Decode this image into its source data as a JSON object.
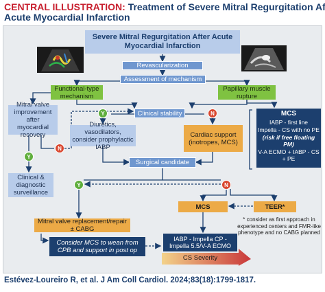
{
  "header": {
    "label": "CENTRAL ILLUSTRATION:",
    "title_line1": "Treatment of Severe Mitral Regurgitation After",
    "title_line2": "Acute Myocardial Infarction"
  },
  "diagram": {
    "main_title": "Severe Mitral Regurgitation After Acute Myocardial Infarction",
    "revascularization": "Revascularization",
    "assessment": "Assessment of mechanism",
    "functional": "Functional-type mechanism",
    "papillary": "Papillary muscle rupture",
    "mitral_improvement": "Mitral valve improvement after myocardial recovery",
    "clinical_stability": "Clinical stability",
    "diuretics": "Diuretics, vasodilators, consider prophylactic IABP",
    "cardiac_support": "Cardiac support (inotropes, MCS)",
    "surgical_candidate": "Surgical candidate",
    "surveillance": "Clinical & diagnostic surveillance",
    "mcs": "MCS",
    "teer": "TEER*",
    "mitral_replacement": "Mitral valve replacement/repair ± CABG",
    "consider_mcs": "Consider MCS to wean from CPB and support in post op",
    "cs_devices": "IABP - Impella CP - Impella 5.5/V-A ECMO",
    "cs_severity": "CS Severity",
    "yes": "Y",
    "no": "N",
    "mcs_box": {
      "title": "MCS",
      "line1": "IABP - first line",
      "line2": "Impella - CS with no PE",
      "line3": "(risk if free floating PM)",
      "line4": "V-A ECMO + IABP - CS + PE"
    },
    "teer_note": "* consider as first approach in experienced centers and FMR-like phenotype and no CABG planned"
  },
  "citation": "Estévez-Loureiro R, et al. J Am Coll Cardiol. 2024;83(18):1799-1817.",
  "colors": {
    "navy": "#1c3f6e",
    "blue": "#6f97cf",
    "green": "#7fc241",
    "orange": "#ecaa46",
    "red": "#c8202f"
  }
}
